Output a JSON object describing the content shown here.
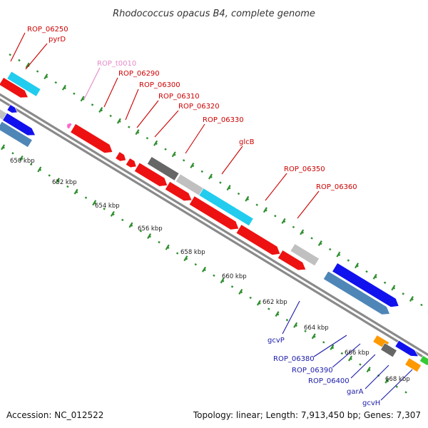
{
  "title": "Rhodococcus opacus B4, complete genome",
  "footer": {
    "accession": "Accession: NC_012522",
    "info": "Topology: linear; Length: 7,913,450 bp; Genes: 7,307"
  },
  "colors": {
    "backbone": "#8a8a8a",
    "tick": "#2f8f2f",
    "label_red": "#cc0000",
    "label_pink": "#e58ac8",
    "label_blue": "#1a1aa8",
    "red": "#ee1111",
    "blue": "#1111ee",
    "steel": "#4f86b8",
    "cyan": "#22ccee",
    "light_gray": "#c0c0c0",
    "dark_gray": "#666666",
    "orange": "#ff9900",
    "green": "#33cc33",
    "pink": "#ff66cc"
  },
  "scale": {
    "unit": "kbp",
    "ticks": [
      {
        "value": 650,
        "label": "650 kbp"
      },
      {
        "value": 652,
        "label": "652 kbp"
      },
      {
        "value": 654,
        "label": "654 kbp"
      },
      {
        "value": 656,
        "label": "656 kbp"
      },
      {
        "value": 658,
        "label": "658 kbp"
      },
      {
        "value": 660,
        "label": "660 kbp"
      },
      {
        "value": 662,
        "label": "662 kbp"
      },
      {
        "value": 664,
        "label": "664 kbp"
      },
      {
        "value": 666,
        "label": "666 kbp"
      },
      {
        "value": 668,
        "label": "668 kbp"
      }
    ]
  },
  "gene_labels": [
    {
      "text": "ROP_06250",
      "color": "label_red"
    },
    {
      "text": "pyrD",
      "color": "label_red"
    },
    {
      "text": "ROP_t0010",
      "color": "label_pink"
    },
    {
      "text": "ROP_06290",
      "color": "label_red"
    },
    {
      "text": "ROP_06300",
      "color": "label_red"
    },
    {
      "text": "ROP_06310",
      "color": "label_red"
    },
    {
      "text": "ROP_06320",
      "color": "label_red"
    },
    {
      "text": "ROP_06330",
      "color": "label_red"
    },
    {
      "text": "glcB",
      "color": "label_red"
    },
    {
      "text": "ROP_06350",
      "color": "label_red"
    },
    {
      "text": "ROP_06360",
      "color": "label_red"
    },
    {
      "text": "gcvP",
      "color": "label_blue"
    },
    {
      "text": "ROP_06380",
      "color": "label_blue"
    },
    {
      "text": "ROP_06390",
      "color": "label_blue"
    },
    {
      "text": "ROP_06400",
      "color": "label_blue"
    },
    {
      "text": "garA",
      "color": "label_blue"
    },
    {
      "text": "gcvH",
      "color": "label_blue"
    }
  ]
}
